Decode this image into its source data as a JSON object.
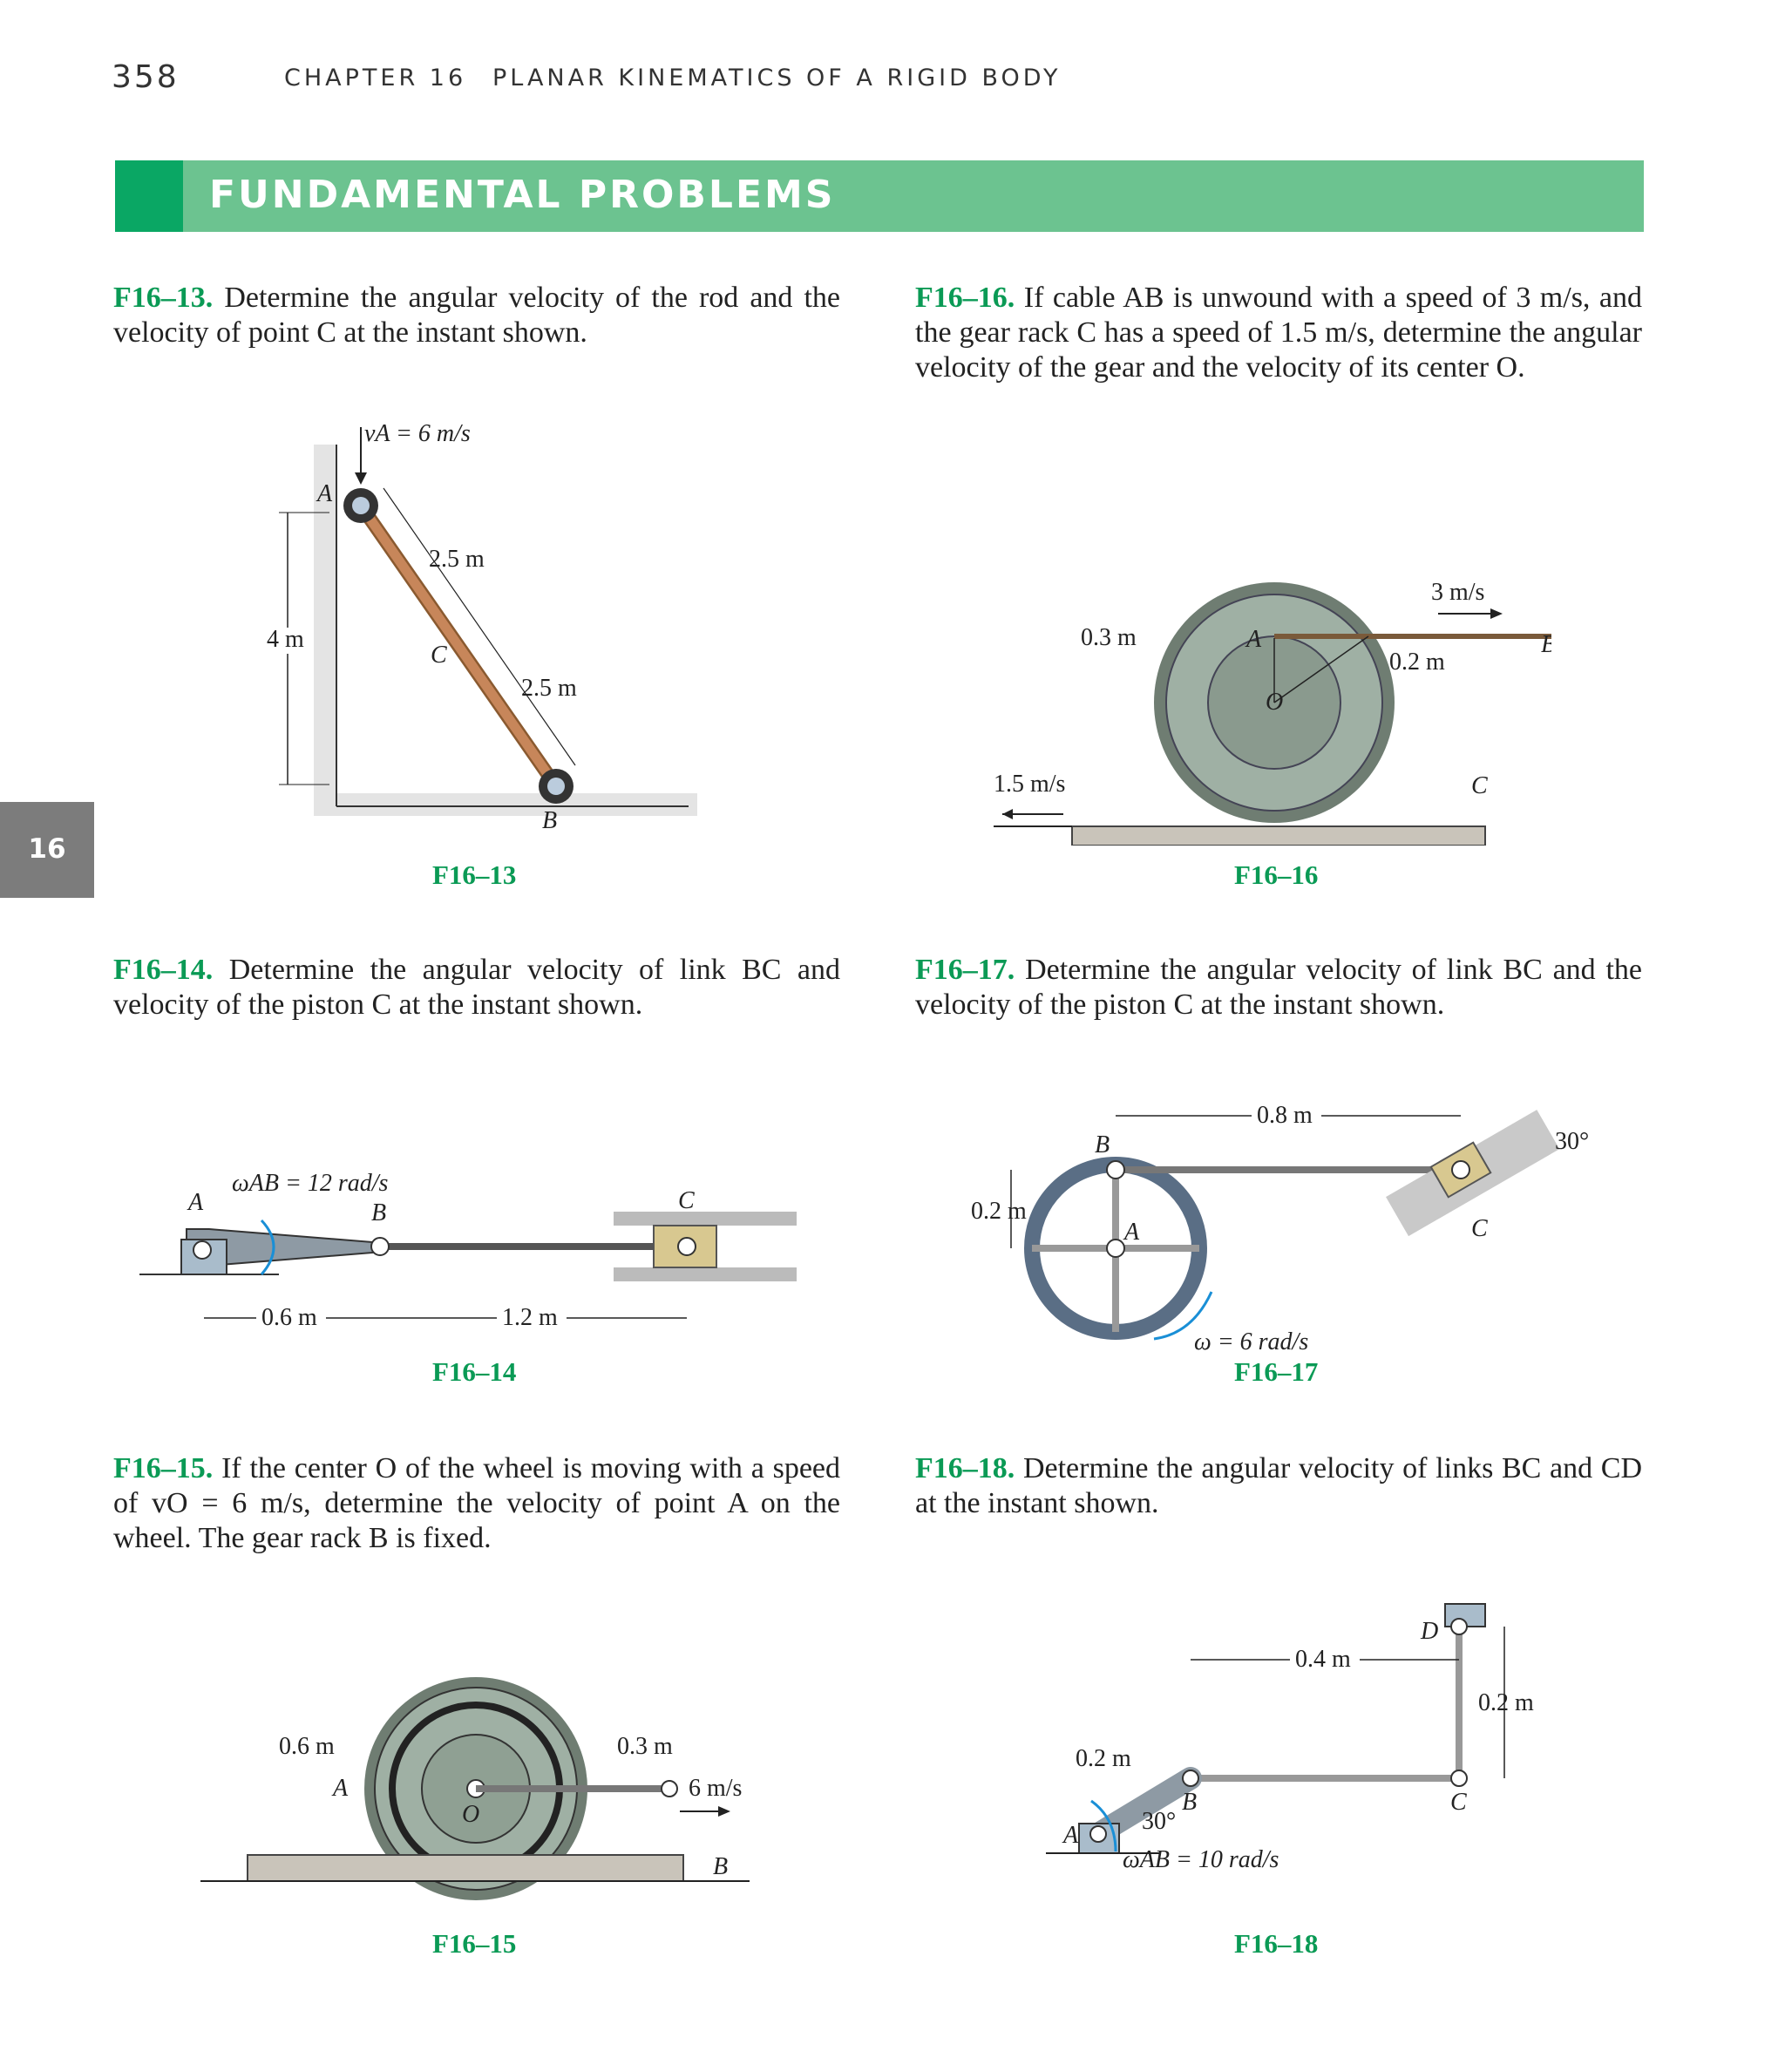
{
  "running_head": {
    "page_number": "358",
    "chapter": "CHAPTER 16",
    "chapter_title": "PLANAR KINEMATICS OF A RIGID BODY"
  },
  "banner": {
    "title": "FUNDAMENTAL PROBLEMS"
  },
  "side_tab": {
    "label": "16"
  },
  "problems": {
    "p13": {
      "number": "F16–13.",
      "text": "Determine the angular velocity of the rod and the velocity of point C at the instant shown."
    },
    "p14": {
      "number": "F16–14.",
      "text": "Determine the angular velocity of link BC and velocity of the piston C at the instant shown."
    },
    "p15": {
      "number": "F16–15.",
      "text": "If the center O of the wheel is moving with a speed of vO = 6 m/s, determine the velocity of point A on the wheel. The gear rack B is fixed."
    },
    "p16": {
      "number": "F16–16.",
      "text": "If cable AB is unwound with a speed of 3 m/s, and the gear rack C has a speed of 1.5 m/s, determine the angular velocity of the gear and the velocity of its center O."
    },
    "p17": {
      "number": "F16–17.",
      "text": "Determine the angular velocity of link BC and the velocity of the piston C at the instant shown."
    },
    "p18": {
      "number": "F16–18.",
      "text": "Determine the angular velocity of links BC and CD at the instant shown."
    }
  },
  "figures": {
    "f13": {
      "caption": "F16–13",
      "vA": "vA = 6 m/s",
      "height": "4 m",
      "upper": "2.5 m",
      "lower": "2.5 m",
      "A": "A",
      "B": "B",
      "C": "C"
    },
    "f14": {
      "caption": "F16–14",
      "omega": "ωAB = 12 rad/s",
      "AB": "0.6 m",
      "BC": "1.2 m",
      "A": "A",
      "B": "B",
      "C": "C"
    },
    "f15": {
      "caption": "F16–15",
      "r_outer": "0.6 m",
      "r_inner": "0.3 m",
      "vO": "6 m/s",
      "A": "A",
      "O": "O",
      "B": "B"
    },
    "f16": {
      "caption": "F16–16",
      "r_outer": "0.3 m",
      "r_inner": "0.2 m",
      "cable_speed": "3 m/s",
      "rack_speed": "1.5 m/s",
      "A": "A",
      "B": "B",
      "C": "C",
      "O": "O"
    },
    "f17": {
      "caption": "F16–17",
      "span": "0.8 m",
      "radius": "0.2 m",
      "angle": "30°",
      "omega": "ω = 6 rad/s",
      "A": "A",
      "B": "B",
      "C": "C"
    },
    "f18": {
      "caption": "F16–18",
      "AB": "0.2 m",
      "BC": "0.4 m",
      "CD": "0.2 m",
      "angle": "30°",
      "omega": "ωAB = 10 rad/s",
      "A": "A",
      "B": "B",
      "C": "C",
      "D": "D"
    }
  },
  "colors": {
    "banner": "#6cc390",
    "banner_block": "#0aa764",
    "caption_green": "#0a9a55",
    "side_tab": "#7c7c7c",
    "gear": "#9fb0a4",
    "rod": "#c7865a",
    "link": "#8e9aa4",
    "piston": "#d8c890"
  }
}
